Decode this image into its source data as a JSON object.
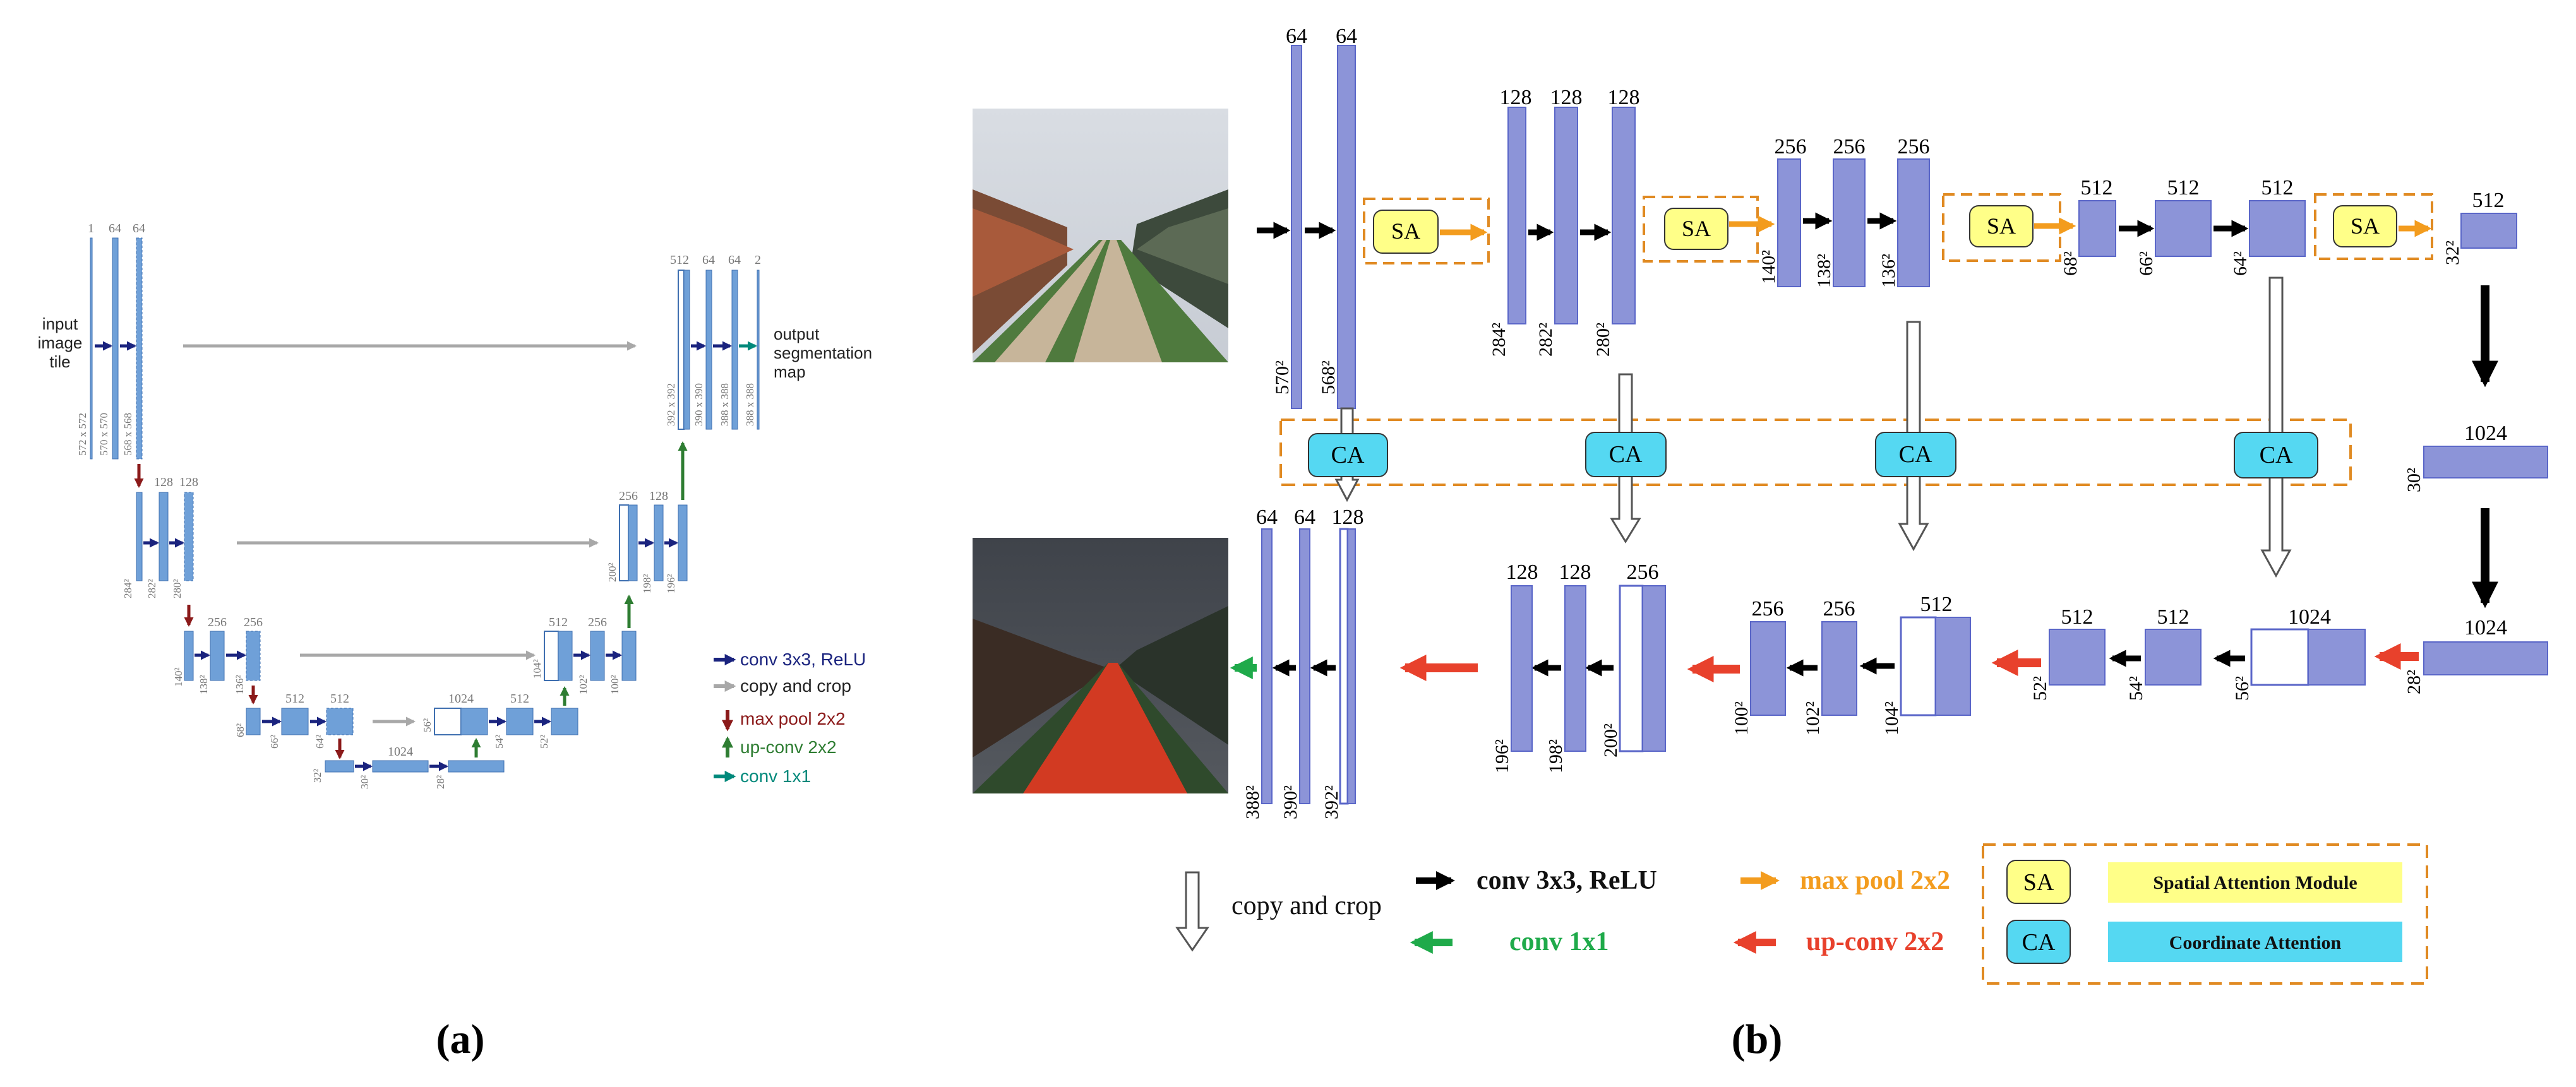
{
  "panel_labels": {
    "a": "(a)",
    "b": "(b)"
  },
  "panel_a": {
    "input_label": [
      "input",
      "image",
      "tile"
    ],
    "output_label": [
      "output",
      "segmentation",
      "map"
    ],
    "channels": [
      "1",
      "64",
      "64",
      "128",
      "128",
      "256",
      "256",
      "512",
      "512",
      "1024",
      "512",
      "256",
      "128",
      "64",
      "64",
      "2",
      "128",
      "256",
      "512"
    ],
    "sizes": [
      "572 x 572",
      "570 x 570",
      "568 x 568",
      "284²",
      "282²",
      "280²",
      "140²",
      "138²",
      "136²",
      "68²",
      "66²",
      "64²",
      "32²",
      "30²",
      "28²",
      "56²",
      "54²",
      "52²",
      "104²",
      "102²",
      "100²",
      "200²",
      "198²",
      "196²",
      "392 x 392",
      "390 x 390",
      "388 x 388",
      "388 x 388"
    ],
    "legend": [
      {
        "label": "conv 3x3, ReLU",
        "color": "#1a237e"
      },
      {
        "label": "copy and crop",
        "color": "#a8a8a8"
      },
      {
        "label": "max pool 2x2",
        "color": "#8b1a1a"
      },
      {
        "label": "up-conv 2x2",
        "color": "#2e7d32"
      },
      {
        "label": "conv 1x1",
        "color": "#00897b"
      }
    ]
  },
  "panel_b": {
    "enc_ch": [
      "64",
      "64",
      "128",
      "128",
      "128",
      "256",
      "256",
      "256",
      "512",
      "512",
      "512",
      "512"
    ],
    "enc_sz": [
      "570²",
      "568²",
      "284²",
      "282²",
      "280²",
      "140²",
      "138²",
      "136²",
      "68²",
      "66²",
      "64²",
      "32²"
    ],
    "bottleneck": {
      "ch1": "1024",
      "sz1": "30²",
      "ch2": "1024",
      "sz2": "28²"
    },
    "dec_ch": [
      "1024",
      "512",
      "512",
      "512",
      "256",
      "256",
      "256",
      "128",
      "128",
      "128",
      "64",
      "64"
    ],
    "dec_sz": [
      "56²",
      "54²",
      "52²",
      "104²",
      "102²",
      "100²",
      "200²",
      "198²",
      "196²",
      "392²",
      "390²",
      "388²"
    ],
    "sa_label": "SA",
    "ca_label": "CA",
    "legend": {
      "copy": "copy and crop",
      "conv": "conv 3x3, ReLU",
      "maxpool": "max pool 2x2",
      "conv1x1": "conv 1x1",
      "upconv": "up-conv 2x2",
      "sa_desc": "Spatial Attention Module",
      "ca_desc": "Coordinate Attention"
    },
    "colors": {
      "block": "#8c94d8",
      "block_edge": "#5a66c8",
      "sa_fill": "#ffff88",
      "ca_fill": "#55d8f2",
      "orange": "#f39c1e",
      "red": "#e8412c",
      "green": "#1faa4a",
      "dash": "#e08a22"
    }
  }
}
